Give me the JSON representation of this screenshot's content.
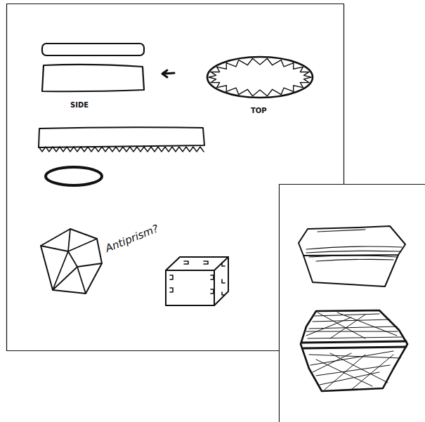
{
  "diagram": {
    "labels": [
      "SIDE",
      "TOP",
      "Antiprism?"
    ]
  }
}
